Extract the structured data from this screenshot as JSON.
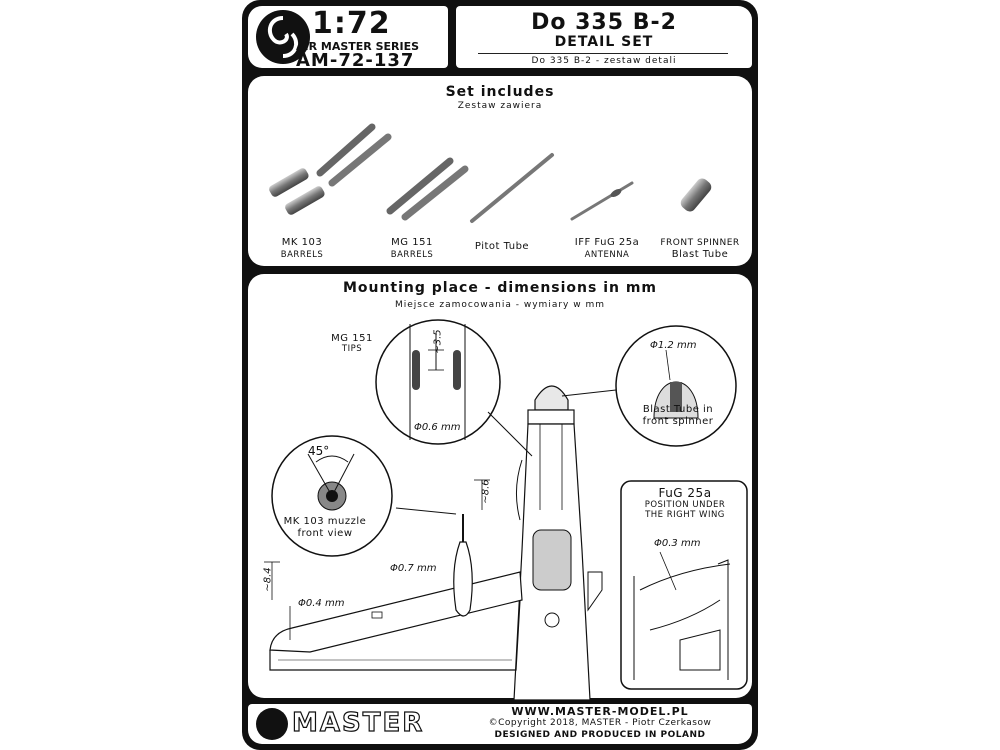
{
  "header": {
    "scale": "1:72",
    "series": "AIR MASTER SERIES",
    "code": "AM-72-137",
    "title": "Do 335 B-2",
    "subtitle": "DETAIL SET",
    "subtitle_pl": "Do 335 B-2 - zestaw detali"
  },
  "set": {
    "title": "Set includes",
    "title_pl": "Zestaw zawiera",
    "parts": [
      {
        "line1": "MK 103",
        "line2": "BARRELS"
      },
      {
        "line1": "MG 151",
        "line2": "BARRELS"
      },
      {
        "line1": "Pitot Tube",
        "line2": ""
      },
      {
        "line1": "IFF FuG 25a",
        "line2": "ANTENNA"
      },
      {
        "line1": "FRONT SPINNER",
        "line2": "Blast Tube"
      }
    ]
  },
  "mounting": {
    "title": "Mounting place - dimensions in mm",
    "title_pl": "Miejsce zamocowania - wymiary w mm",
    "mg151_tips": {
      "line1": "MG 151",
      "line2": "TIPS"
    },
    "blast_tube": {
      "line1": "Blast Tube in",
      "line2": "front spinner"
    },
    "muzzle": {
      "line1": "MK 103 muzzle",
      "line2": "front view"
    },
    "fug": {
      "title": "FuG 25a",
      "line1": "POSITION UNDER",
      "line2": "THE RIGHT WING"
    },
    "dims": {
      "d35": "~3.5",
      "d06": "Φ0.6 mm",
      "d12": "Φ1.2 mm",
      "angle": "45°",
      "d86": "~8.6",
      "d07": "Φ0.7 mm",
      "d84": "~8.4",
      "d04": "Φ0.4 mm",
      "d03": "Φ0.3 mm"
    }
  },
  "footer": {
    "brand": "MASTER",
    "url": "WWW.MASTER-MODEL.PL",
    "copyright": "©Copyright 2018, MASTER - Piotr Czerkasow",
    "made": "DESIGNED AND PRODUCED IN POLAND"
  }
}
